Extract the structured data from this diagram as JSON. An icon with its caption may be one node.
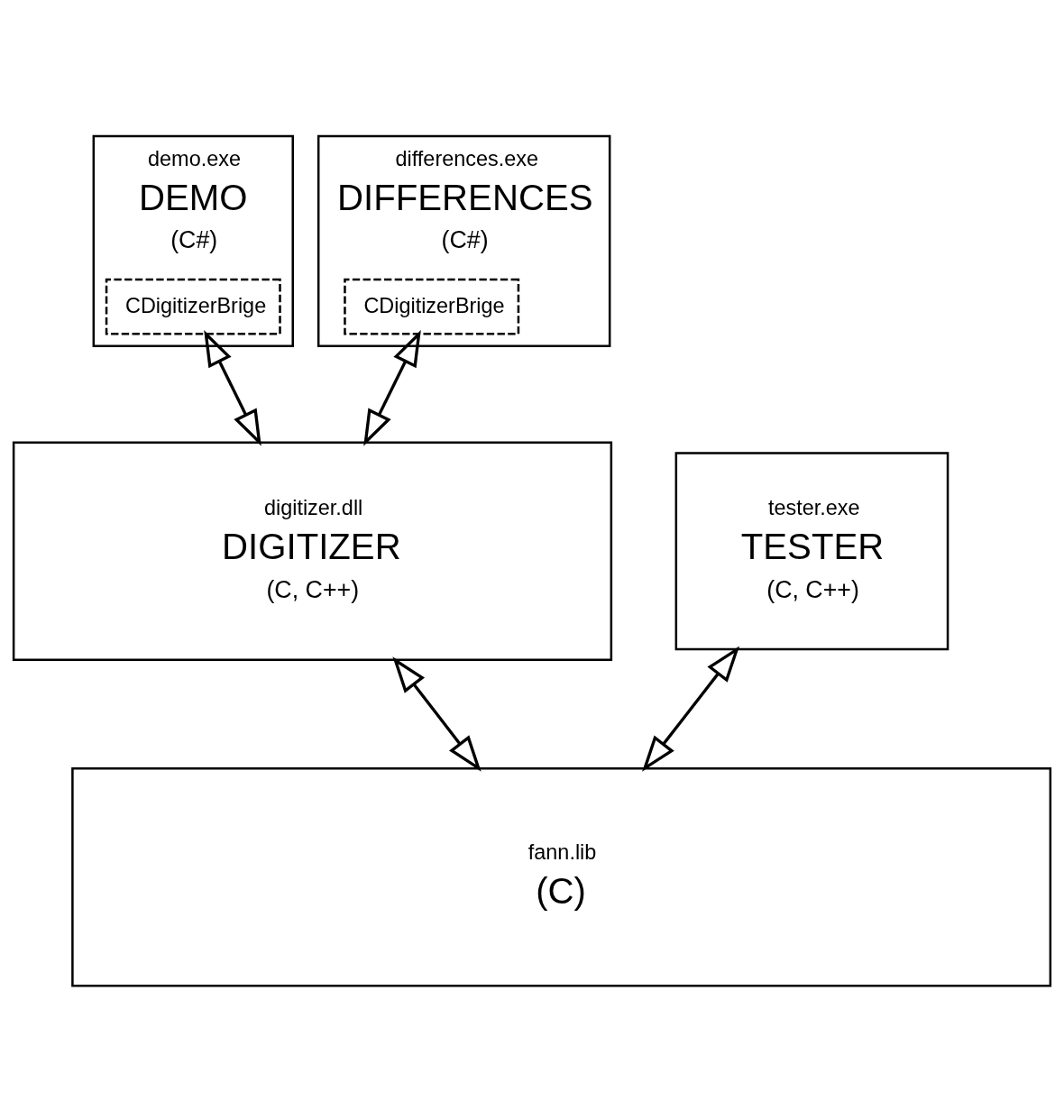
{
  "diagram": {
    "nodes": [
      {
        "text": [
          "demo.exe",
          "DEMO",
          "(C#)"
        ]
      },
      {
        "text": [
          "CDigitizerBrige"
        ],
        "in": 0
      },
      {
        "text": [
          "differences.exe",
          "DIFFERENCES",
          "(C#)"
        ]
      },
      {
        "text": [
          "CDigitizerBrige"
        ],
        "in": 2
      },
      {
        "text": [
          "tester.exe",
          "TESTER",
          "(C, C++)"
        ]
      },
      {
        "text": [
          "digitizer.dll",
          "DIGITIZER",
          "(C, C++)"
        ]
      },
      {
        "text": [
          "fann.lib",
          "(C)"
        ]
      }
    ],
    "edges": [
      {
        "from": 1,
        "to": 5,
        "arrow": "both"
      },
      {
        "from": 3,
        "to": 5,
        "arrow": "both"
      },
      {
        "from": 4,
        "to": 6,
        "arrow": "both"
      },
      {
        "from": 5,
        "to": 6,
        "arrow": "both"
      }
    ]
  }
}
